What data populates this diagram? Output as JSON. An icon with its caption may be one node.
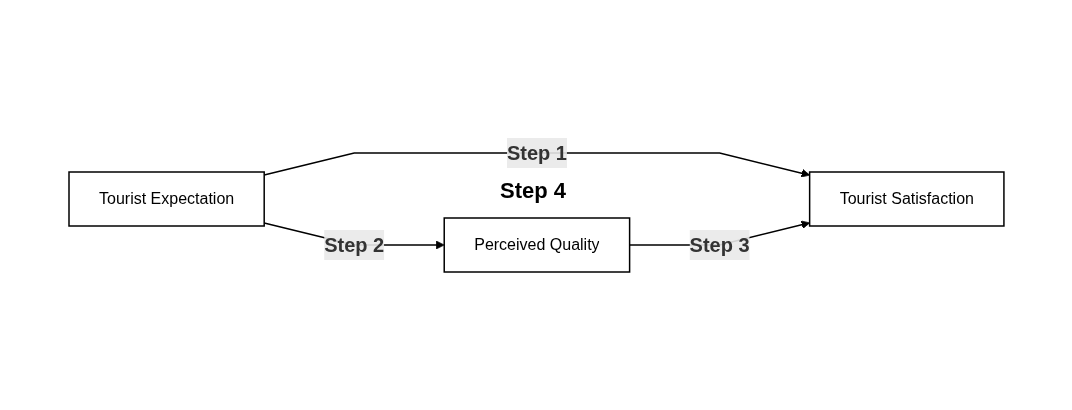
{
  "diagram": {
    "nodes": [
      {
        "text": [
          "Tourist Expectation"
        ]
      },
      {
        "text": [
          "Tourist Satisfaction"
        ]
      },
      {
        "text": [
          "Perceived Quality"
        ]
      }
    ],
    "edges": [
      {
        "from": 0,
        "to": 1,
        "arrow": "to",
        "label": "Step 1"
      },
      {
        "from": 0,
        "to": 2,
        "arrow": "to",
        "label": "Step 2"
      },
      {
        "from": 2,
        "to": 1,
        "arrow": "to",
        "label": "Step 3"
      }
    ],
    "labels": [
      "Step 4"
    ]
  }
}
